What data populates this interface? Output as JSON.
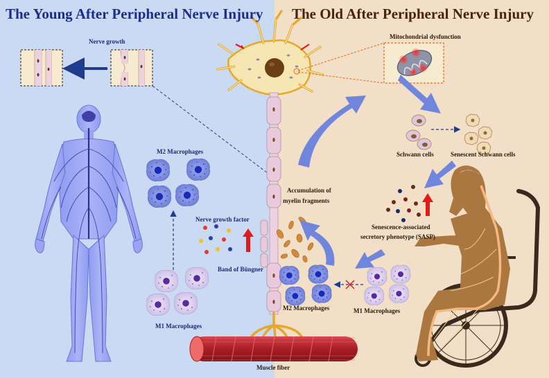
{
  "titles": {
    "young": "The Young After Peripheral Nerve Injury",
    "old": "The Old After Peripheral Nerve Injury"
  },
  "labels": {
    "nerve_growth": "Nerve growth",
    "m2_young": "M2 Macrophages",
    "m1_young": "M1 Macrophages",
    "ngf": "Nerve growth factor",
    "bungner": "Band of Büngner",
    "mito": "Mitochondrial dysfunction",
    "schwann": "Schwann cells",
    "senescent_schwann": "Senescent Schwann cells",
    "myelin_line1": "Accumulation of",
    "myelin_line2": "myelin fragments",
    "sasp_line1": "Senescence-associated",
    "sasp_line2": "secretory phenotype (SASP)",
    "m2_old": "M2 Macrophages",
    "m1_old": "M1 Macrophages",
    "muscle": "Muscle fiber"
  },
  "colors": {
    "young_bg": "#c9daf2",
    "old_bg": "#f2dfc7",
    "arrow_blue": "#6f86dc",
    "neuron_body": "#f6e6b4",
    "neuron_border": "#e6a82c",
    "muscle_red": "#b5242a",
    "wheelchair": "#3a2a1e",
    "elder_body": "#a9773f"
  }
}
